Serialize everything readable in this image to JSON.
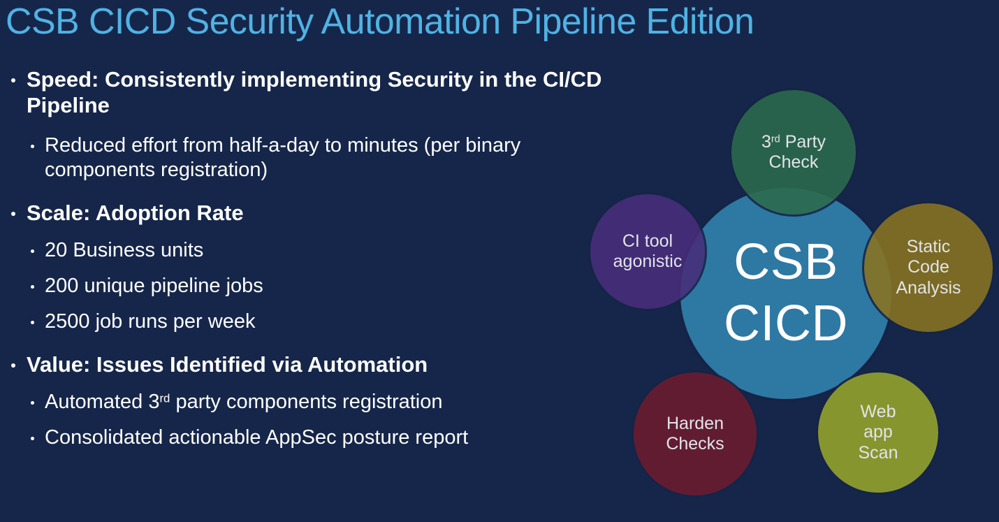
{
  "slide": {
    "title": "CSB CICD Security Automation Pipeline Edition",
    "background_color": "#16264A",
    "title_color": "#4FB3E4",
    "text_color": "#FFFFFF"
  },
  "bullets": {
    "speed": {
      "heading": "Speed: Consistently implementing Security in the CI/CD Pipeline",
      "sub": [
        "Reduced effort from half-a-day to minutes (per binary components registration)"
      ]
    },
    "scale": {
      "heading": "Scale: Adoption Rate",
      "sub": [
        "20 Business units",
        "200 unique pipeline jobs",
        "2500 job runs per week"
      ]
    },
    "value": {
      "heading": "Value: Issues Identified via Automation",
      "sub_prefix": "Automated 3",
      "sub_sup": "rd",
      "sub_suffix": " party components registration",
      "sub2": "Consolidated actionable AppSec posture report"
    }
  },
  "diagram": {
    "center": {
      "line1": "CSB",
      "line2": "CICD",
      "color": "#2E78A4"
    },
    "nodes": [
      {
        "id": "third-party-check",
        "line1_prefix": "3",
        "line1_sup": "rd",
        "line1_suffix": " Party",
        "line2": "Check",
        "color": "#2C6B4D"
      },
      {
        "id": "ci-tool-agonistic",
        "line1": "CI tool",
        "line2": "agonistic",
        "color": "#472D7B"
      },
      {
        "id": "static-code-analysis",
        "line1": "Static",
        "line2": "Code",
        "line3": "Analysis",
        "color": "#8A7421"
      },
      {
        "id": "harden-checks",
        "line1": "Harden",
        "line2": "Checks",
        "color": "#6D1B2F"
      },
      {
        "id": "web-app-scan",
        "line1": "Web",
        "line2": "app",
        "line3": "Scan",
        "color": "#97A52C"
      }
    ]
  }
}
